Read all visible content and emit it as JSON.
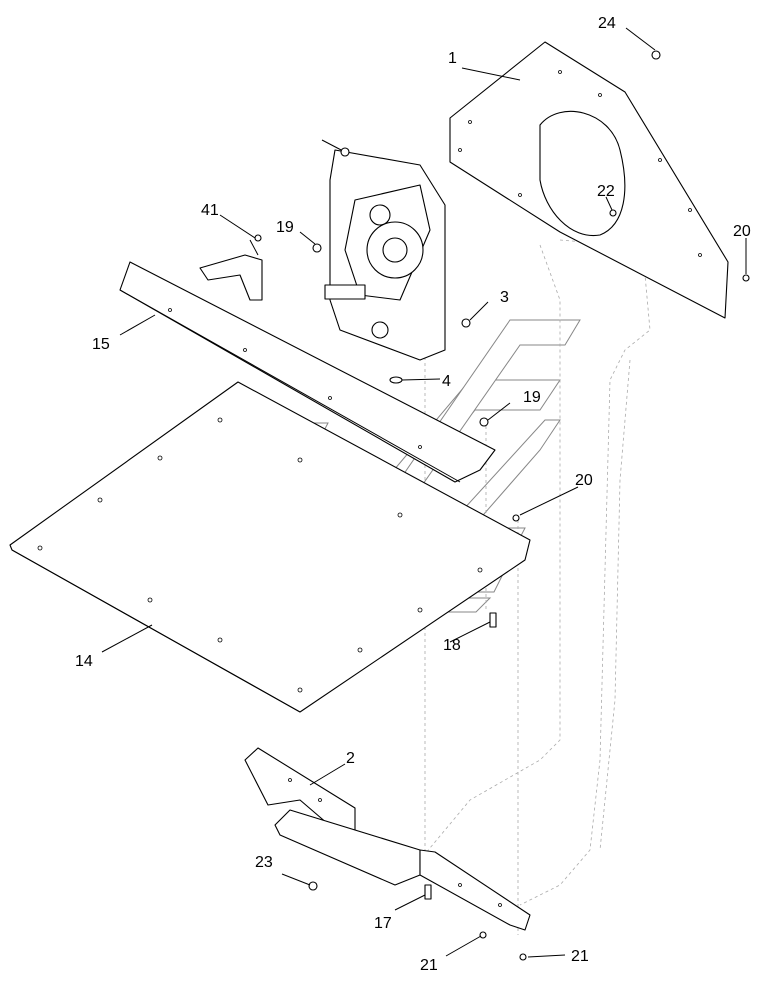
{
  "diagram": {
    "callouts": [
      {
        "id": "c1",
        "label": "1"
      },
      {
        "id": "c2",
        "label": "2"
      },
      {
        "id": "c3",
        "label": "3"
      },
      {
        "id": "c4",
        "label": "4"
      },
      {
        "id": "c14",
        "label": "14"
      },
      {
        "id": "c15",
        "label": "15"
      },
      {
        "id": "c17",
        "label": "17"
      },
      {
        "id": "c18",
        "label": "18"
      },
      {
        "id": "c19a",
        "label": "19"
      },
      {
        "id": "c19b",
        "label": "19"
      },
      {
        "id": "c20a",
        "label": "20"
      },
      {
        "id": "c20b",
        "label": "20"
      },
      {
        "id": "c21a",
        "label": "21"
      },
      {
        "id": "c21b",
        "label": "21"
      },
      {
        "id": "c22",
        "label": "22"
      },
      {
        "id": "c23",
        "label": "23"
      },
      {
        "id": "c24",
        "label": "24"
      },
      {
        "id": "c41",
        "label": "41"
      }
    ],
    "watermark": {
      "text": "",
      "type": "logo"
    }
  }
}
